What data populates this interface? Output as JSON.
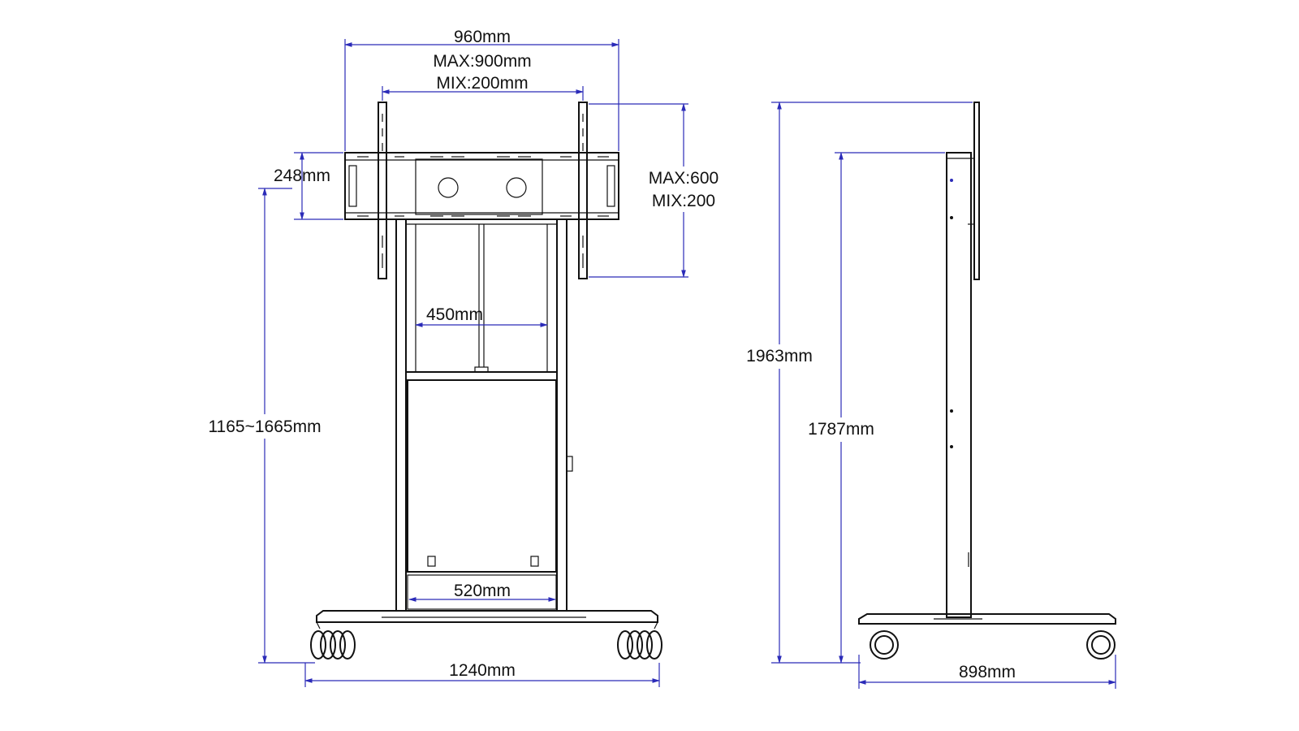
{
  "front_view": {
    "width_label": "960mm",
    "vesa_max_label": "MAX:900mm",
    "vesa_min_label": "MIX:200mm",
    "bracket_height_label": "248mm",
    "vertical_max_label": "MAX:600",
    "vertical_min_label": "MIX:200",
    "column_spacing_label": "450mm",
    "height_range_label": "1165~1665mm",
    "cabinet_width_label": "520mm",
    "base_width_label": "1240mm"
  },
  "side_view": {
    "total_height_label": "1963mm",
    "column_height_label": "1787mm",
    "base_depth_label": "898mm"
  },
  "colors": {
    "dimension_line": "#2b2bb8",
    "part_outline": "#111111"
  }
}
